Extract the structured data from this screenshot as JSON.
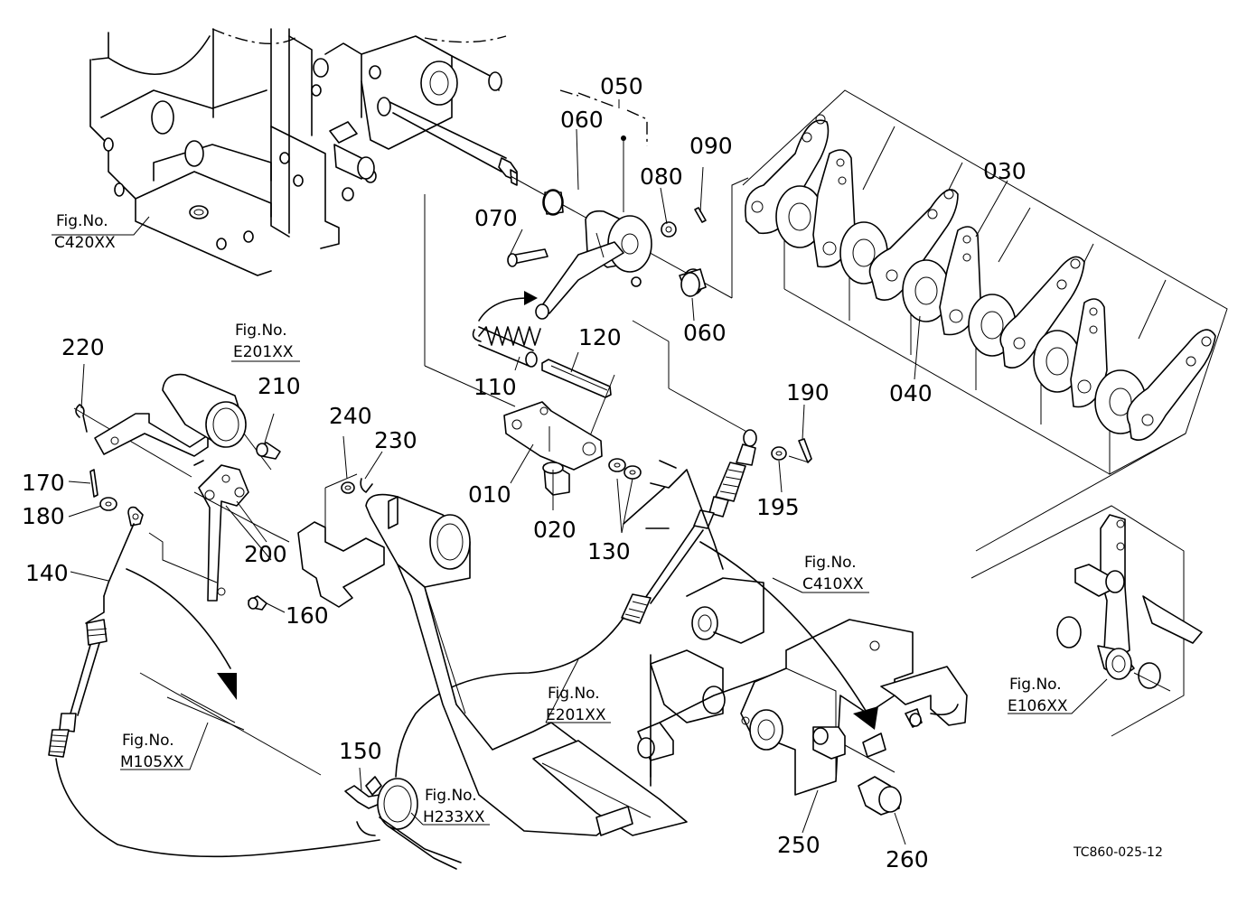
{
  "parts": [
    {
      "id": "p050",
      "label": "050"
    },
    {
      "id": "p060a",
      "label": "060"
    },
    {
      "id": "p060b",
      "label": "060"
    },
    {
      "id": "p070",
      "label": "070"
    },
    {
      "id": "p080",
      "label": "080"
    },
    {
      "id": "p090",
      "label": "090"
    },
    {
      "id": "p030",
      "label": "030"
    },
    {
      "id": "p040",
      "label": "040"
    },
    {
      "id": "p110",
      "label": "110"
    },
    {
      "id": "p120",
      "label": "120"
    },
    {
      "id": "p010",
      "label": "010"
    },
    {
      "id": "p020",
      "label": "020"
    },
    {
      "id": "p130",
      "label": "130"
    },
    {
      "id": "p190",
      "label": "190"
    },
    {
      "id": "p195",
      "label": "195"
    },
    {
      "id": "p220",
      "label": "220"
    },
    {
      "id": "p210",
      "label": "210"
    },
    {
      "id": "p240",
      "label": "240"
    },
    {
      "id": "p230",
      "label": "230"
    },
    {
      "id": "p170",
      "label": "170"
    },
    {
      "id": "p180",
      "label": "180"
    },
    {
      "id": "p200",
      "label": "200"
    },
    {
      "id": "p140",
      "label": "140"
    },
    {
      "id": "p160",
      "label": "160"
    },
    {
      "id": "p150",
      "label": "150"
    },
    {
      "id": "p250",
      "label": "250"
    },
    {
      "id": "p260",
      "label": "260"
    }
  ],
  "figure_refs": [
    {
      "id": "r1",
      "prefix": "Fig.No.",
      "code": "C420XX"
    },
    {
      "id": "r2",
      "prefix": "Fig.No.",
      "code": "E201XX"
    },
    {
      "id": "r3",
      "prefix": "Fig.No.",
      "code": "C410XX"
    },
    {
      "id": "r4",
      "prefix": "Fig.No.",
      "code": "E201XX"
    },
    {
      "id": "r5",
      "prefix": "Fig.No.",
      "code": "E106XX"
    },
    {
      "id": "r6",
      "prefix": "Fig.No.",
      "code": "M105XX"
    },
    {
      "id": "r7",
      "prefix": "Fig.No.",
      "code": "H233XX"
    }
  ],
  "drawing_code": "TC860-025-12"
}
